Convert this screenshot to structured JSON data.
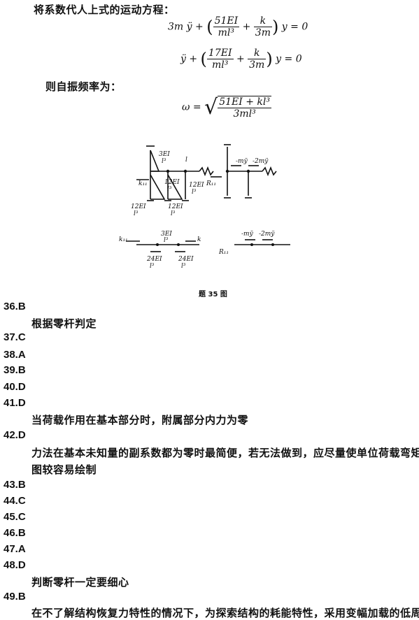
{
  "intro_text": "将系数代人上式的运动方程：",
  "eq1": {
    "lead": "3m ÿ +",
    "frac1_num": "51EI",
    "frac1_den": "ml³",
    "plus": "+",
    "frac2_num": "k",
    "frac2_den": "3m",
    "tail": "y = 0"
  },
  "eq2": {
    "lead": "ÿ +",
    "frac1_num": "17EI",
    "frac1_den": "ml³",
    "plus": "+",
    "frac2_num": "k",
    "frac2_den": "3m",
    "tail": "y = 0"
  },
  "freq_text": "则自振频率为：",
  "omega": {
    "lead": "ω =",
    "num": "51EI + kl³",
    "den": "3ml³"
  },
  "figure": {
    "caption": "题 35 图",
    "labels": {
      "k11": "k₁₁",
      "k11b": "k₁₁",
      "R11": "R₁₁",
      "R11b": "R₁₁",
      "l": "l",
      "k": "k",
      "three_ei_num": "3EI",
      "three_ei_den": "l³",
      "twelve_ei_num": "12EI",
      "twelve_ei_den": "l³",
      "twentyfour_ei_num": "24EI",
      "twentyfour_ei_den": "l³",
      "my": "-mÿ",
      "two_my": "-2mÿ"
    }
  },
  "answers": [
    {
      "num": "36.B",
      "note": "根据零杆判定"
    },
    {
      "num": "37.C",
      "note": ""
    },
    {
      "num": "38.A",
      "note": ""
    },
    {
      "num": "39.B",
      "note": ""
    },
    {
      "num": "40.D",
      "note": ""
    },
    {
      "num": "41.D",
      "note": "当荷载作用在基本部分时，附属部分内力为零"
    },
    {
      "num": "42.D",
      "note": "力法在基本未知量的副系数都为零时最简便，若无法做到，应尽量使单位荷载弯矩",
      "note2": "图较容易绘制"
    },
    {
      "num": "43.B",
      "note": ""
    },
    {
      "num": "44.C",
      "note": ""
    },
    {
      "num": "45.C",
      "note": ""
    },
    {
      "num": "46.B",
      "note": ""
    },
    {
      "num": "47.A",
      "note": ""
    },
    {
      "num": "48.D",
      "note": "判断零杆一定要细心"
    },
    {
      "num": "49.B",
      "note": "在不了解结构恢复力特性的情况下，为探索结构的耗能特性，采用变幅加载的低周"
    }
  ]
}
